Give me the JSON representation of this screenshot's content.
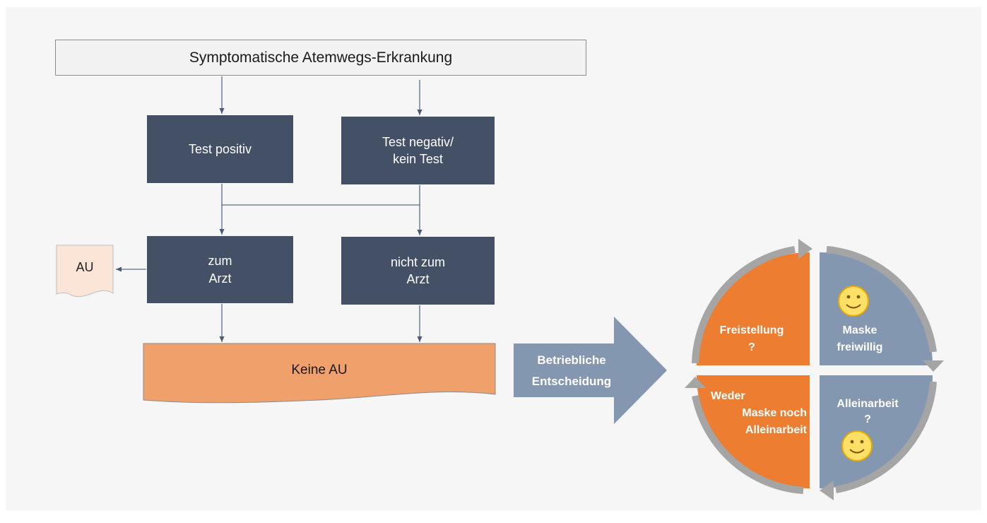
{
  "header": {
    "title": "Symptomatische Atemwegs-Erkrankung"
  },
  "nodes": {
    "test_positive": "Test positiv",
    "test_negative": "Test negativ/\nkein Test",
    "to_doctor": "zum\nArzt",
    "not_to_doctor": "nicht zum\nArzt",
    "au_document": "AU",
    "no_au": "Keine AU"
  },
  "decision_arrow": {
    "line1": "Betriebliche",
    "line2": "Entscheidung"
  },
  "cycle": {
    "q1": {
      "line1": "Freistellung",
      "line2": "?",
      "color": "#ed7d31"
    },
    "q2": {
      "line1": "Maske",
      "line2": "freiwillig",
      "color": "#8497b0"
    },
    "q3": {
      "line1": "Weder",
      "line2": "Maske noch",
      "line3": "Alleinarbeit",
      "color": "#ed7d31"
    },
    "q4": {
      "line1": "Alleinarbeit",
      "line2": "?",
      "color": "#8497b0"
    }
  },
  "colors": {
    "node": "#435066",
    "no_au_fill": "#f0a06a",
    "au_fill": "#fbe5d6",
    "arrow_ring": "#a5a5a5",
    "smiley": "#ffe066"
  }
}
